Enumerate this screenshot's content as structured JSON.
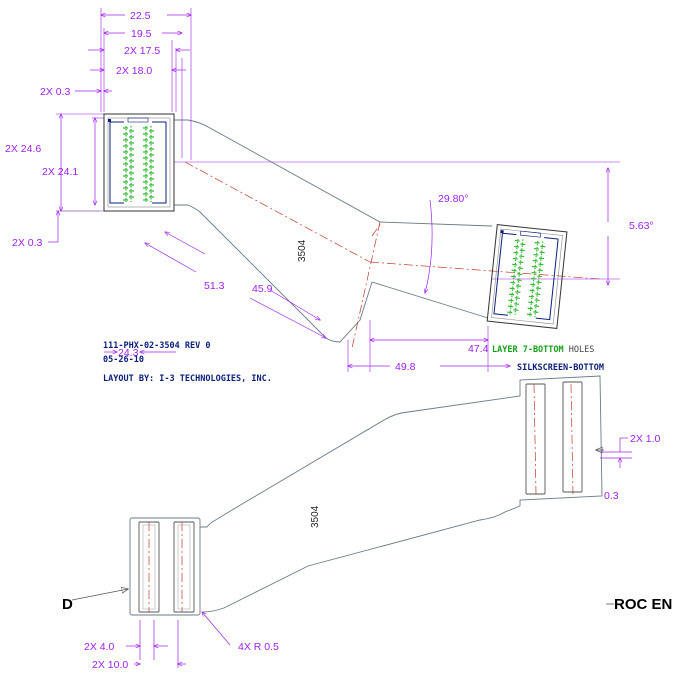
{
  "colors": {
    "dimension": "#a020f0",
    "outline": "#6b7b8a",
    "centerline": "#c0392b",
    "pads": "#33bb33",
    "text_blue": "#0b1f7a",
    "text_green": "#14a014",
    "text_gray": "#444444"
  },
  "top_view": {
    "dims": {
      "d_22_5": "22.5",
      "d_19_5": "19.5",
      "d_17_5": "2X 17.5",
      "d_18_0": "2X 18.0",
      "d_0_3a": "2X 0.3",
      "d_24_6": "2X 24.6",
      "d_24_1": "2X 24.1",
      "d_0_3b": "2X 0.3",
      "d_51_3": "51.3",
      "d_45_9": "45.9",
      "d_29_80": "29.80°",
      "d_5_63": "5.63°",
      "d_47_4": "47.4",
      "d_49_8": "49.8",
      "d_24_3": "24.3"
    },
    "cable_label": "3504",
    "notes": {
      "part_number": "111-PHX-02-3504 REV 0",
      "date": "05-26-10",
      "layout": "LAYOUT BY: I-3 TECHNOLOGIES, INC.",
      "layer_green": "LAYER 7-BOTTOM",
      "layer_holes": " HOLES",
      "silkscreen": "SILKSCREEN-BOTTOM"
    }
  },
  "bottom_view": {
    "cable_label": "3504",
    "dims": {
      "d_1_0": "2X 1.0",
      "d_0_3": "0.3",
      "d_4_0": "2X 4.0",
      "d_10_0": "2X 10.0",
      "d_r05": "4X R 0.5"
    },
    "label_left": "D",
    "label_right": "ROC EN"
  }
}
